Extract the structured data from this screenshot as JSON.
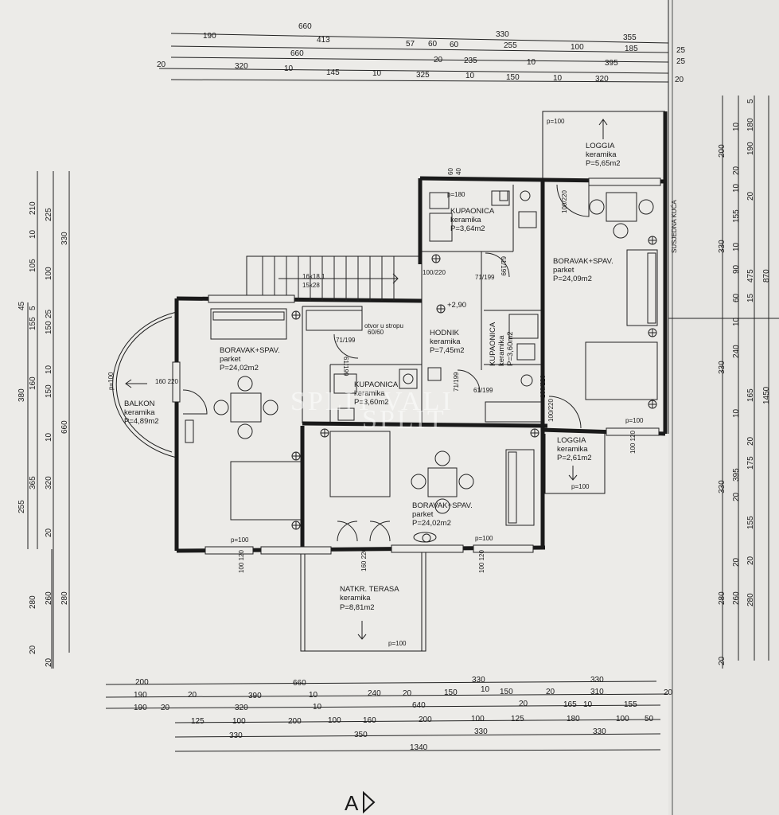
{
  "dimensions": {
    "top": [
      [
        "660",
        "330"
      ],
      [
        "190",
        "413",
        "57",
        "60",
        "60",
        "255",
        "100",
        "185"
      ],
      [
        "20",
        "235",
        "10",
        "395",
        "660"
      ],
      [
        "20",
        "320",
        "10",
        "145",
        "10",
        "325",
        "10",
        "150",
        "10",
        "320",
        "20"
      ]
    ],
    "top_right": [
      "355",
      "25",
      "25",
      "20"
    ],
    "bottom": [
      [
        "200",
        "660",
        "330",
        "330"
      ],
      [
        "190",
        "20",
        "390",
        "10",
        "240",
        "20",
        "150",
        "10",
        "150",
        "20",
        "310",
        "20"
      ],
      [
        "190",
        "20",
        "320",
        "10",
        "640",
        "20",
        "165",
        "10",
        "155"
      ],
      [
        "125",
        "100",
        "200",
        "100",
        "160",
        "200",
        "100",
        "125",
        "180",
        "100",
        "50"
      ],
      [
        "330",
        "350",
        "330",
        "330"
      ],
      [
        "1340"
      ]
    ],
    "left": [
      [
        "210",
        "225",
        "330",
        "45"
      ],
      [
        "10",
        "105",
        "100",
        "150",
        "5",
        "155",
        "25",
        "10"
      ],
      [
        "380",
        "160",
        "150",
        "10",
        "660",
        "255",
        "365",
        "320",
        "20",
        "280",
        "260",
        "280",
        "20",
        "20"
      ]
    ],
    "right": [
      [
        "5",
        "10",
        "180",
        "190",
        "200",
        "20",
        "20",
        "10",
        "155",
        "330",
        "10",
        "90",
        "475",
        "870"
      ],
      [
        "15",
        "60",
        "10",
        "240",
        "330",
        "165",
        "10",
        "20",
        "395",
        "175",
        "1450"
      ],
      [
        "20",
        "330",
        "155",
        "20",
        "260",
        "280",
        "20",
        "280",
        "20"
      ]
    ]
  },
  "rooms": {
    "loggia_top": {
      "name": "LOGGIA",
      "finish": "keramika",
      "area": "P=5,65m2",
      "p": "p=100"
    },
    "kupaonica_top": {
      "name": "KUPAONICA",
      "finish": "keramika",
      "area": "P=3,64m2",
      "p": "p=180"
    },
    "boravak_right": {
      "name": "BORAVAK+SPAV.",
      "finish": "parket",
      "area": "P=24,09m2"
    },
    "boravak_left": {
      "name": "BORAVAK+SPAV.",
      "finish": "parket",
      "area": "P=24,02m2"
    },
    "hodnik": {
      "name": "HODNIK",
      "finish": "keramika",
      "area": "P=7,45m2",
      "level": "+2,90"
    },
    "kupaonica_right": {
      "name": "KUPAONICA",
      "finish": "keramika",
      "area": "P=3,60m2"
    },
    "kupaonica_mid": {
      "name": "KUPAONICA",
      "finish": "keramika",
      "area": "P=3,60m2"
    },
    "balkon": {
      "name": "BALKON",
      "finish": "keramika",
      "area": "P=4,89m2",
      "p": "p=100"
    },
    "boravak_bottom": {
      "name": "BORAVAK+SPAV.",
      "finish": "parket",
      "area": "P=24,02m2"
    },
    "loggia_bottom": {
      "name": "LOGGIA",
      "finish": "keramika",
      "area": "P=2,61m2",
      "p": "p=100"
    },
    "terasa": {
      "name": "NATKR. TERASA",
      "finish": "keramika",
      "area": "P=8,81m2",
      "p": "p=100"
    }
  },
  "labels": {
    "stairs_1": "16x18,1",
    "stairs_2": "15x28",
    "neighbor": "SUSJEDNA KUĆA",
    "otvor": "otvor u stropu",
    "otvor_dim": "60/60",
    "door_100_220": "100/220",
    "door_71_199_a": "71/199",
    "door_71_199_b": "71/199",
    "door_71_199_c": "71/199",
    "door_61_199_a": "61/199",
    "door_61_199_b": "61/199",
    "door_61_199_c": "61/199",
    "door_100_220_b": "100/220",
    "door_100_220_c": "100/220",
    "door_100_220_d": "100/220",
    "win_160_220": "160\n220",
    "p100_a": "p=100",
    "p100_b": "p=100",
    "p100_c": "p=100",
    "win_100_120_a": "100 120",
    "win_100_120_b": "100 120",
    "win_100_120_c": "100 120",
    "win_160_220_b": "160 220",
    "small_60": "60",
    "small_40": "40",
    "small_100_220_e": "100/220"
  },
  "section_mark": "A",
  "watermark": "SPLIT VALI",
  "watermark_sub": "SPLIT"
}
